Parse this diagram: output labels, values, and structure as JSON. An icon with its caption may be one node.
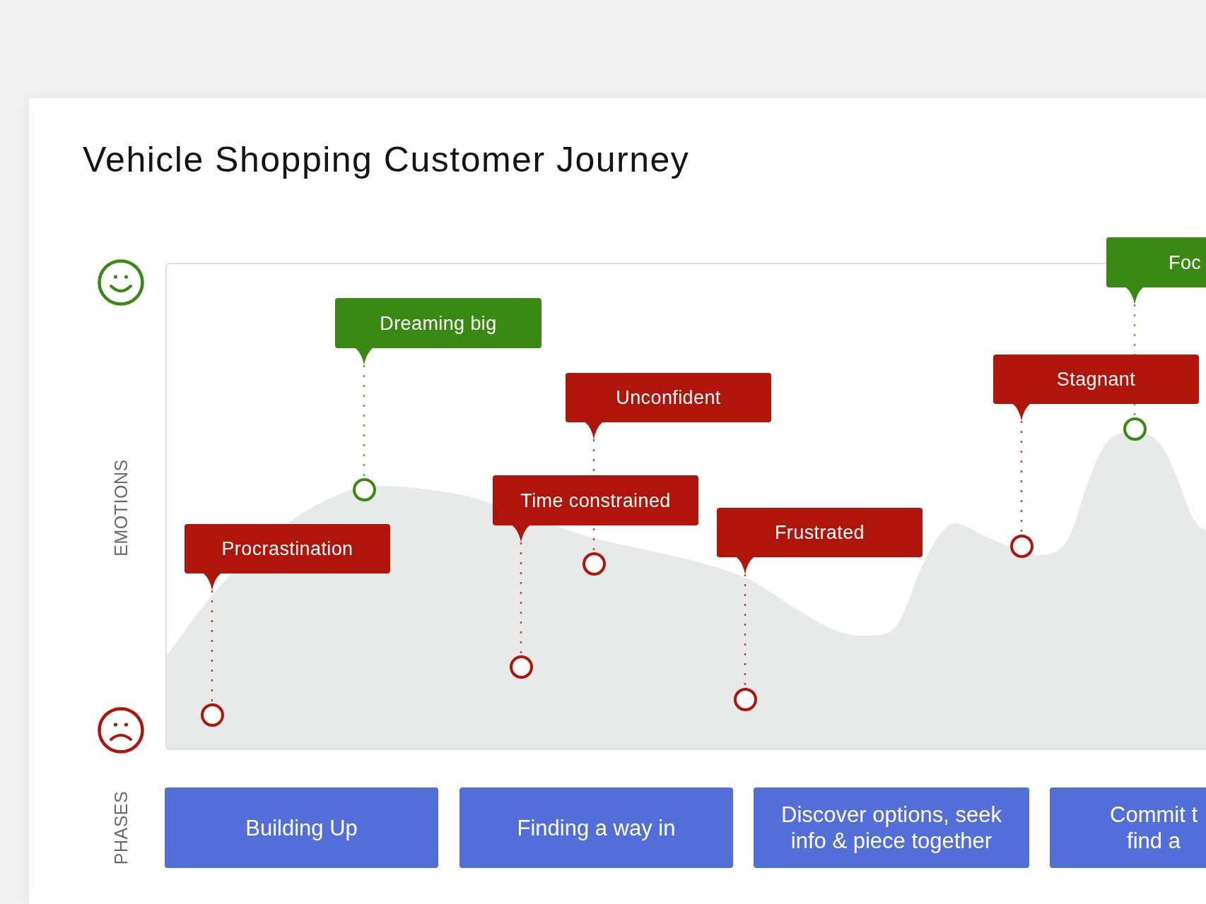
{
  "diagram": {
    "title": "Vehicle Shopping Customer Journey",
    "nodes": [
      {
        "text": [
          "Procrastination"
        ]
      },
      {
        "text": [],
        "shape": "circle"
      },
      {
        "text": [
          "Dreaming big"
        ]
      },
      {
        "text": [],
        "shape": "circle"
      },
      {
        "text": [
          "Time constrained"
        ]
      },
      {
        "text": [],
        "shape": "circle"
      },
      {
        "text": [
          "Unconfident"
        ]
      },
      {
        "text": [],
        "shape": "circle"
      },
      {
        "text": [
          "Frustrated"
        ]
      },
      {
        "text": [],
        "shape": "circle"
      },
      {
        "text": [
          "Stagnant"
        ]
      },
      {
        "text": [],
        "shape": "circle"
      },
      {
        "text": [
          "Foc"
        ]
      },
      {
        "text": [],
        "shape": "circle"
      },
      {
        "text": [
          "Building Up"
        ]
      },
      {
        "text": [
          "Finding a way in"
        ]
      },
      {
        "text": [
          "Discover options, seek info & piece together"
        ]
      },
      {
        "text": [
          "Commit t find a"
        ]
      }
    ],
    "edges": [
      {
        "from": 0,
        "to": 1,
        "arrow": "none",
        "style": "dashed"
      },
      {
        "from": 2,
        "to": 3,
        "arrow": "none",
        "style": "dashed",
        "color": "#3a8915"
      },
      {
        "from": 4,
        "to": 5,
        "arrow": "none",
        "style": "dashed"
      },
      {
        "from": 6,
        "to": 7,
        "arrow": "none",
        "style": "dashed"
      },
      {
        "from": 8,
        "to": 9,
        "arrow": "none",
        "style": "dashed"
      },
      {
        "from": 10,
        "to": 11,
        "arrow": "none",
        "style": "dashed"
      },
      {
        "from": 12,
        "to": 13,
        "arrow": "none",
        "style": "dashed",
        "color": "#3a8915"
      }
    ],
    "labels": [
      "EMOTIONS",
      "PHASES"
    ]
  }
}
